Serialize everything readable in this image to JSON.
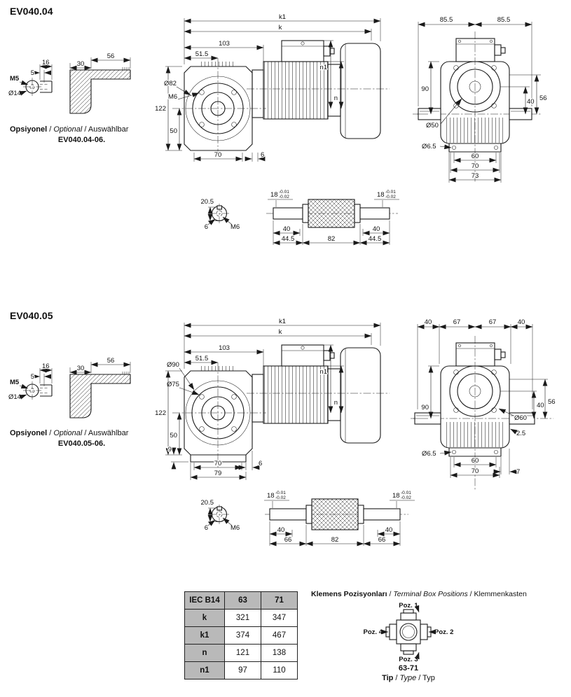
{
  "s1": {
    "title": "EV040.04",
    "opt": {
      "tr": "Opsiyonel",
      "en": "Optional",
      "de": "Auswählbar",
      "sep": " / ",
      "model": "EV040.04-06."
    },
    "detail": {
      "m5": "M5",
      "d5": "5",
      "d16": "16",
      "dia14": "Ø14",
      "d30": "30",
      "d56": "56"
    },
    "side": {
      "k1": "k1",
      "k": "k",
      "d103": "103",
      "d515": "51.5",
      "dia82": "Ø82",
      "m6": "M6",
      "d122": "122",
      "d50": "50",
      "d70": "70",
      "d6": "6",
      "n1": "n1",
      "n": "n"
    },
    "front": {
      "d855l": "85.5",
      "d855r": "85.5",
      "d90": "90",
      "dia50": "Ø50",
      "dia65": "Ø6.5",
      "d60": "60",
      "d70": "70",
      "d73": "73",
      "d40": "40",
      "d56": "56"
    },
    "shaft": {
      "d205": "20.5",
      "d6": "6",
      "m6": "M6",
      "d18l": "18",
      "t1l": "-0.01",
      "t2l": "-0.02",
      "d18r": "18",
      "t1r": "-0.01",
      "t2r": "-0.02",
      "d40l": "40",
      "d40r": "40",
      "d445l": "44.5",
      "d82": "82",
      "d445r": "44.5"
    }
  },
  "s2": {
    "title": "EV040.05",
    "opt": {
      "tr": "Opsiyonel",
      "en": "Optional",
      "de": "Auswählbar",
      "sep": " / ",
      "model": "EV040.05-06."
    },
    "detail": {
      "m5": "M5",
      "d5": "5",
      "d16": "16",
      "dia14": "Ø14",
      "d30": "30",
      "d56": "56"
    },
    "side": {
      "k1": "k1",
      "k": "k",
      "d103": "103",
      "d515": "51.5",
      "dia90": "Ø90",
      "dia75": "Ø75",
      "d122": "122",
      "d50": "50",
      "d9": "9",
      "d70": "70",
      "d6": "6",
      "d79": "79",
      "n1": "n1",
      "n": "n"
    },
    "front": {
      "d40a": "40",
      "d67a": "67",
      "d67b": "67",
      "d40b": "40",
      "d90": "90",
      "dia60": "Ø60",
      "d25": "2.5",
      "dia65": "Ø6.5",
      "d60": "60",
      "d7": "7",
      "d70": "70",
      "d40": "40",
      "d56": "56"
    },
    "shaft": {
      "d205": "20.5",
      "d6": "6",
      "m6": "M6",
      "d18l": "18",
      "t1l": "-0.01",
      "t2l": "-0.02",
      "d18r": "18",
      "t1r": "-0.01",
      "t2r": "-0.02",
      "d40l": "40",
      "d40r": "40",
      "d66l": "66",
      "d82": "82",
      "d66r": "66"
    }
  },
  "table": {
    "col0": "IEC B14",
    "col1": "63",
    "col2": "71",
    "rows": [
      {
        "label": "k",
        "v1": "321",
        "v2": "347"
      },
      {
        "label": "k1",
        "v1": "374",
        "v2": "467"
      },
      {
        "label": "n",
        "v1": "121",
        "v2": "138"
      },
      {
        "label": "n1",
        "v1": "97",
        "v2": "110"
      }
    ]
  },
  "terminal": {
    "title_tr": "Klemens Pozisyonları",
    "title_en": "Terminal Box Positions",
    "title_de": "Klemmenkasten",
    "sep": " / ",
    "poz1": "Poz. 1",
    "poz2": "Poz. 2",
    "poz3": "Poz. 3",
    "poz4": "Poz. 4",
    "range": "63-71",
    "tip_tr": "Tip",
    "tip_en": "Type",
    "tip_de": "Typ"
  }
}
